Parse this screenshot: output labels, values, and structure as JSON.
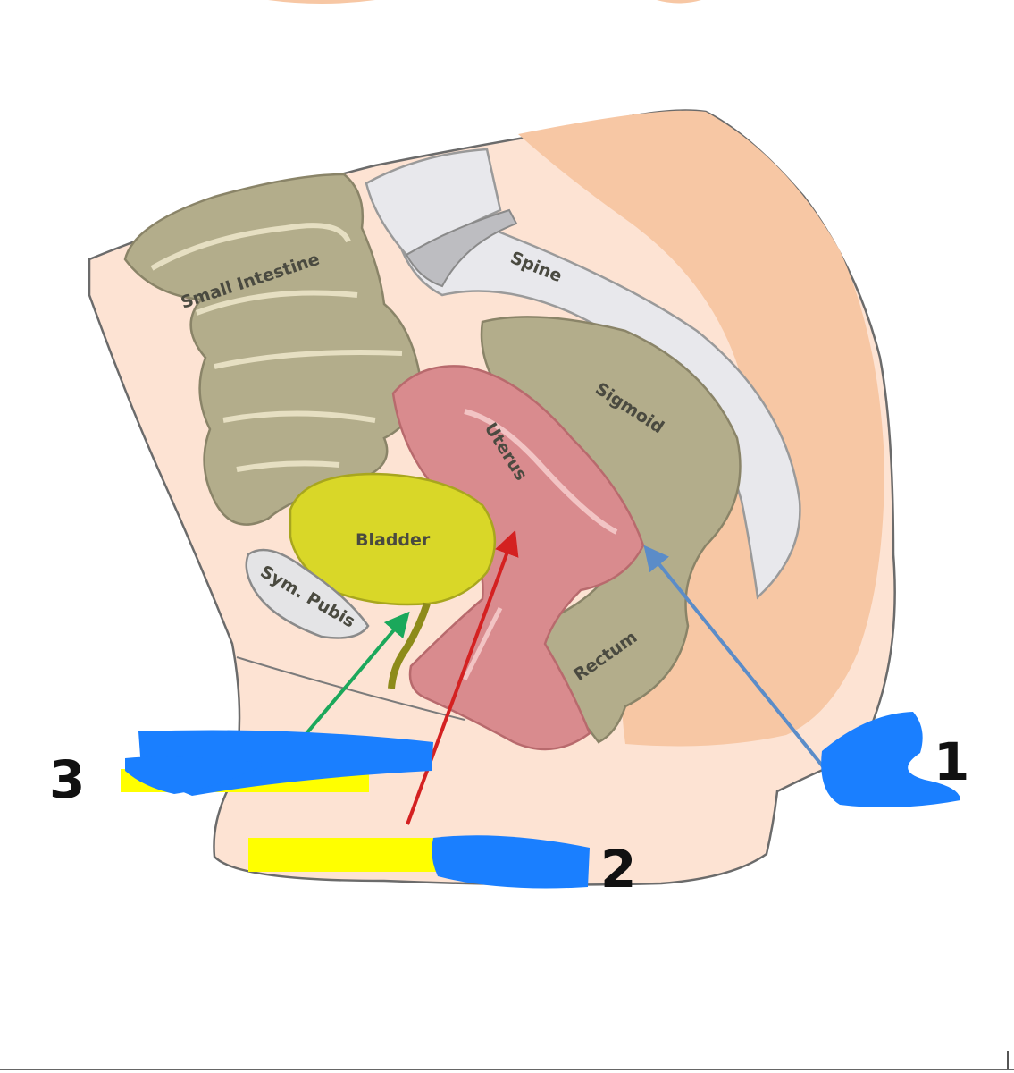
{
  "labels": {
    "small_intestine": "Small Intestine",
    "spine": "Spine",
    "sigmoid": "Sigmoid",
    "uterus": "Uterus",
    "bladder": "Bladder",
    "sym_pubis": "Sym. Pubis",
    "rectum": "Rectum"
  },
  "markers": {
    "one": "1",
    "two": "2",
    "three": "3"
  },
  "colors": {
    "body": "#fde3d3",
    "back": "#f7c7a4",
    "intestine": "#b3ad8b",
    "spine": "#e8e8ec",
    "uterus": "#d98b8e",
    "bladder": "#d9d728",
    "pubis": "#e4e4e6",
    "arrow_blue": "#5b8cc8",
    "arrow_red": "#d42121",
    "arrow_green": "#1ba85b",
    "scribble_blue": "#1a7fff",
    "highlight_yellow": "#ffff00"
  }
}
